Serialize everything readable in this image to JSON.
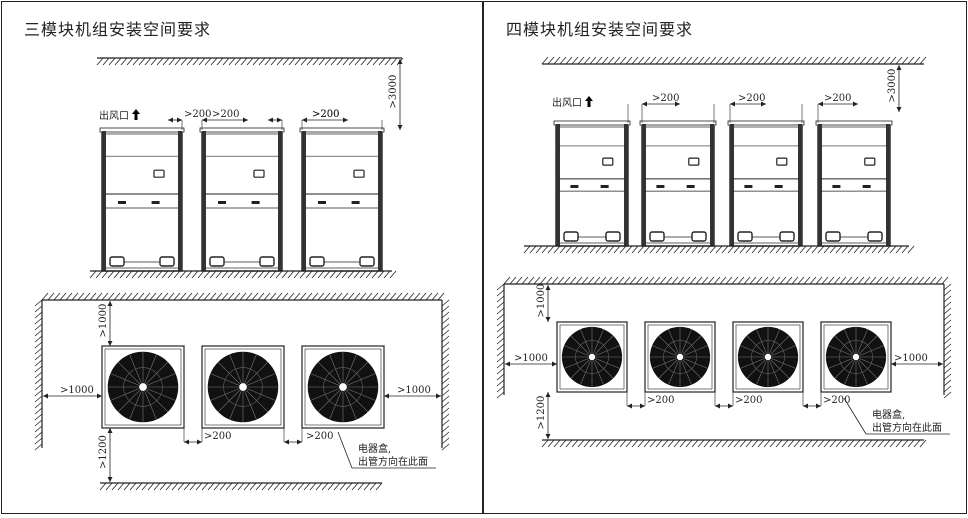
{
  "left": {
    "title": "三模块机组安装空间要求",
    "outlet_label": "出风口",
    "top_clearance": ">3000",
    "side_gaps": [
      ">200",
      ">200",
      ">200"
    ],
    "plan_top": ">1000",
    "plan_left": ">1000",
    "plan_right": ">1000",
    "plan_bottom": ">1200",
    "plan_gaps": [
      ">200",
      ">200"
    ],
    "box_note_1": "电器盒,",
    "box_note_2": "出管方向在此面"
  },
  "right": {
    "title": "四模块机组安装空间要求",
    "outlet_label": "出风口",
    "top_clearance": ">3000",
    "side_gaps": [
      ">200",
      ">200",
      ">200"
    ],
    "plan_top": ">1000",
    "plan_left": ">1000",
    "plan_right": ">1000",
    "plan_bottom": ">1200",
    "plan_gaps": [
      ">200",
      ">200",
      ">200"
    ],
    "box_note_1": "电器盒,",
    "box_note_2": "出管方向在此面"
  },
  "colors": {
    "line": "#222222",
    "fan": "#111111",
    "panel_border": "#222222"
  },
  "icons": {
    "outlet": "up-arrow-icon",
    "fan": "fan-icon"
  }
}
